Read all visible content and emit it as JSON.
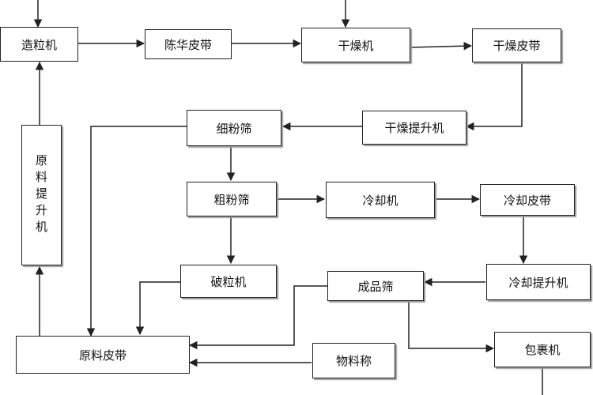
{
  "nodes": {
    "granulator": "造粒机",
    "chenhua_belt": "陈华皮带",
    "dryer": "干燥机",
    "dryer_belt": "干燥皮带",
    "dryer_elevator": "干燥提升机",
    "fine_screen": "细粉筛",
    "coarse_screen": "粗粉筛",
    "cooler": "冷却机",
    "cooler_belt": "冷却皮带",
    "cooler_elevator": "冷却提升机",
    "crusher": "破粒机",
    "product_screen": "成品筛",
    "material_belt": "原料皮带",
    "weigher": "物料称",
    "packer": "包裹机",
    "raw_elevator": "原料提升机"
  },
  "colors": {
    "line": "#222222",
    "box_border": "#222222",
    "background": "#ffffff"
  }
}
